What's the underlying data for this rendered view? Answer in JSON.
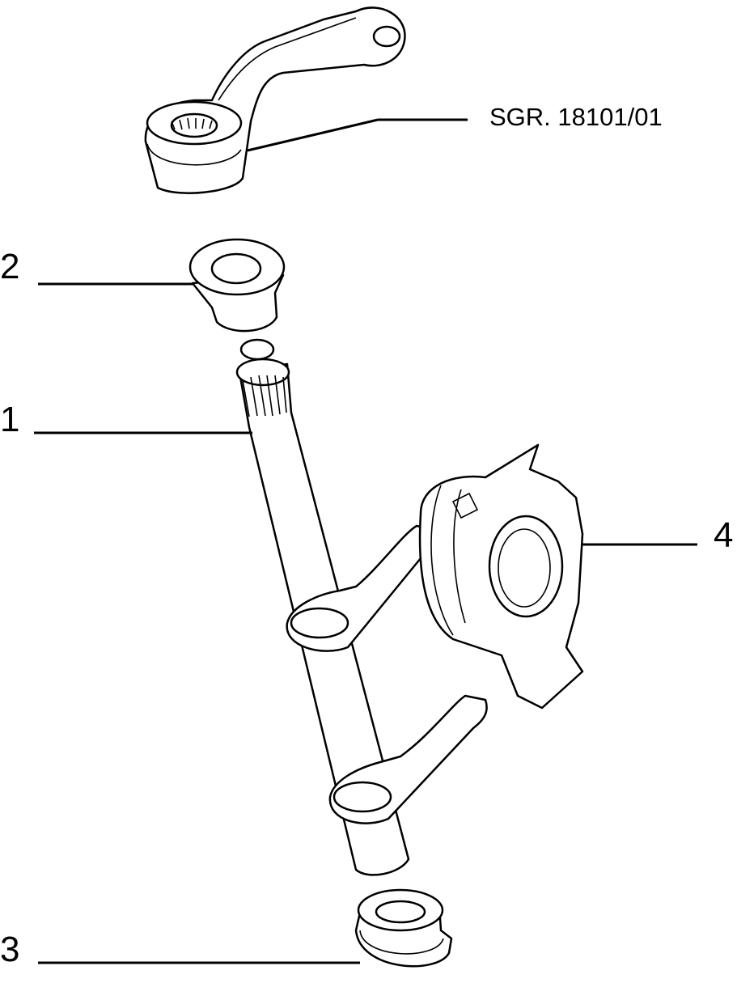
{
  "diagram": {
    "labels": {
      "ref": "SGR. 18101/01",
      "p1": "1",
      "p2": "2",
      "p3": "3",
      "p4": "4"
    },
    "colors": {
      "ink": "#000000",
      "paper": "#ffffff"
    }
  }
}
